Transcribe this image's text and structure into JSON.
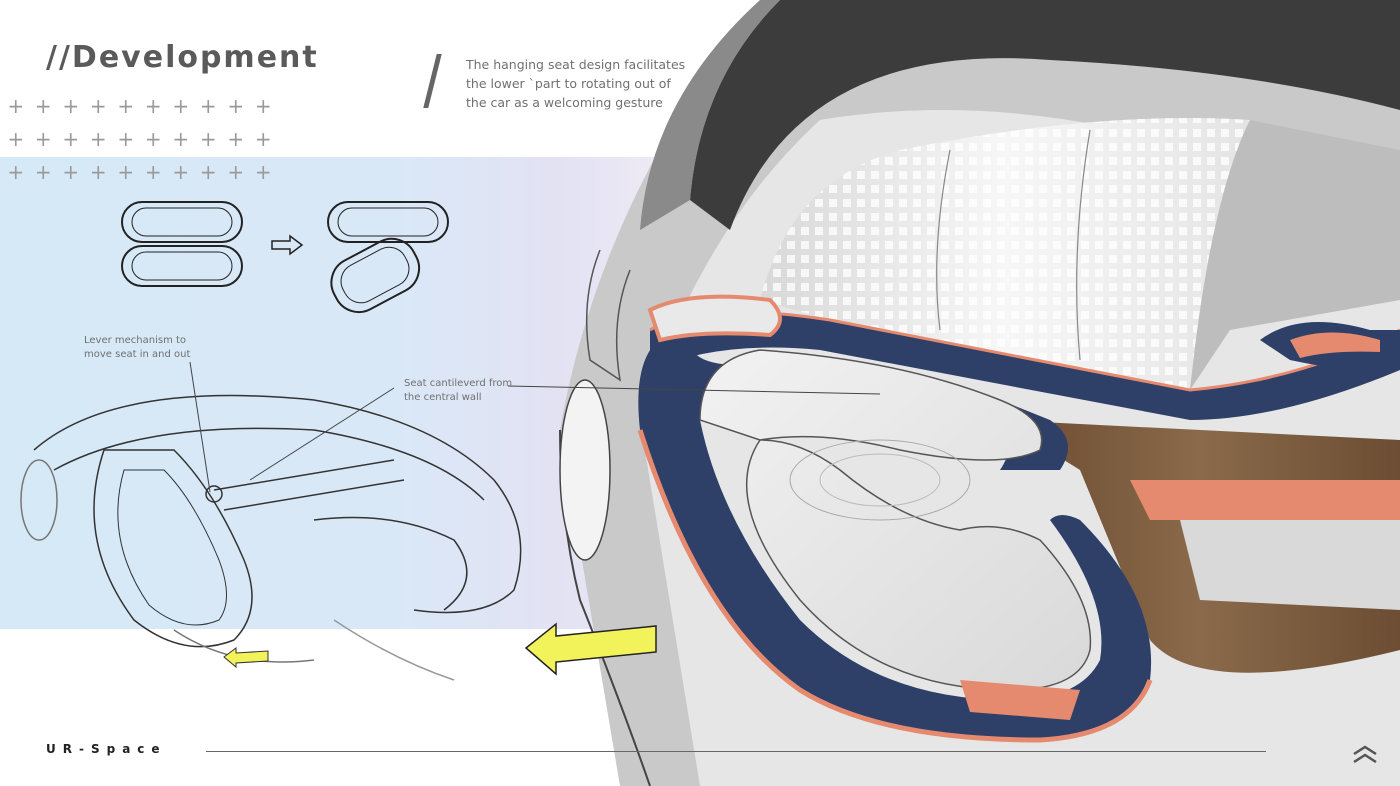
{
  "header": {
    "title": "//Development",
    "description": "The hanging seat design facilitates the lower `part to rotating out of the car as a welcoming gesture"
  },
  "annotations": {
    "lever": "Lever mechanism to move seat in and out",
    "cantilever": "Seat cantileverd from the central wall"
  },
  "footer": {
    "project_name": "UR-Space"
  },
  "colors": {
    "panel_blue": "#d6e9f7",
    "accent_orange": "#e58a6e",
    "seat_navy": "#2f4068",
    "wood": "#7a5a3c",
    "arrow_yellow": "#f2f25a"
  },
  "icons": [
    "plus-grid-decoration",
    "transition-arrow-icon",
    "yellow-arrow-icon",
    "brand-chevron-icon"
  ]
}
